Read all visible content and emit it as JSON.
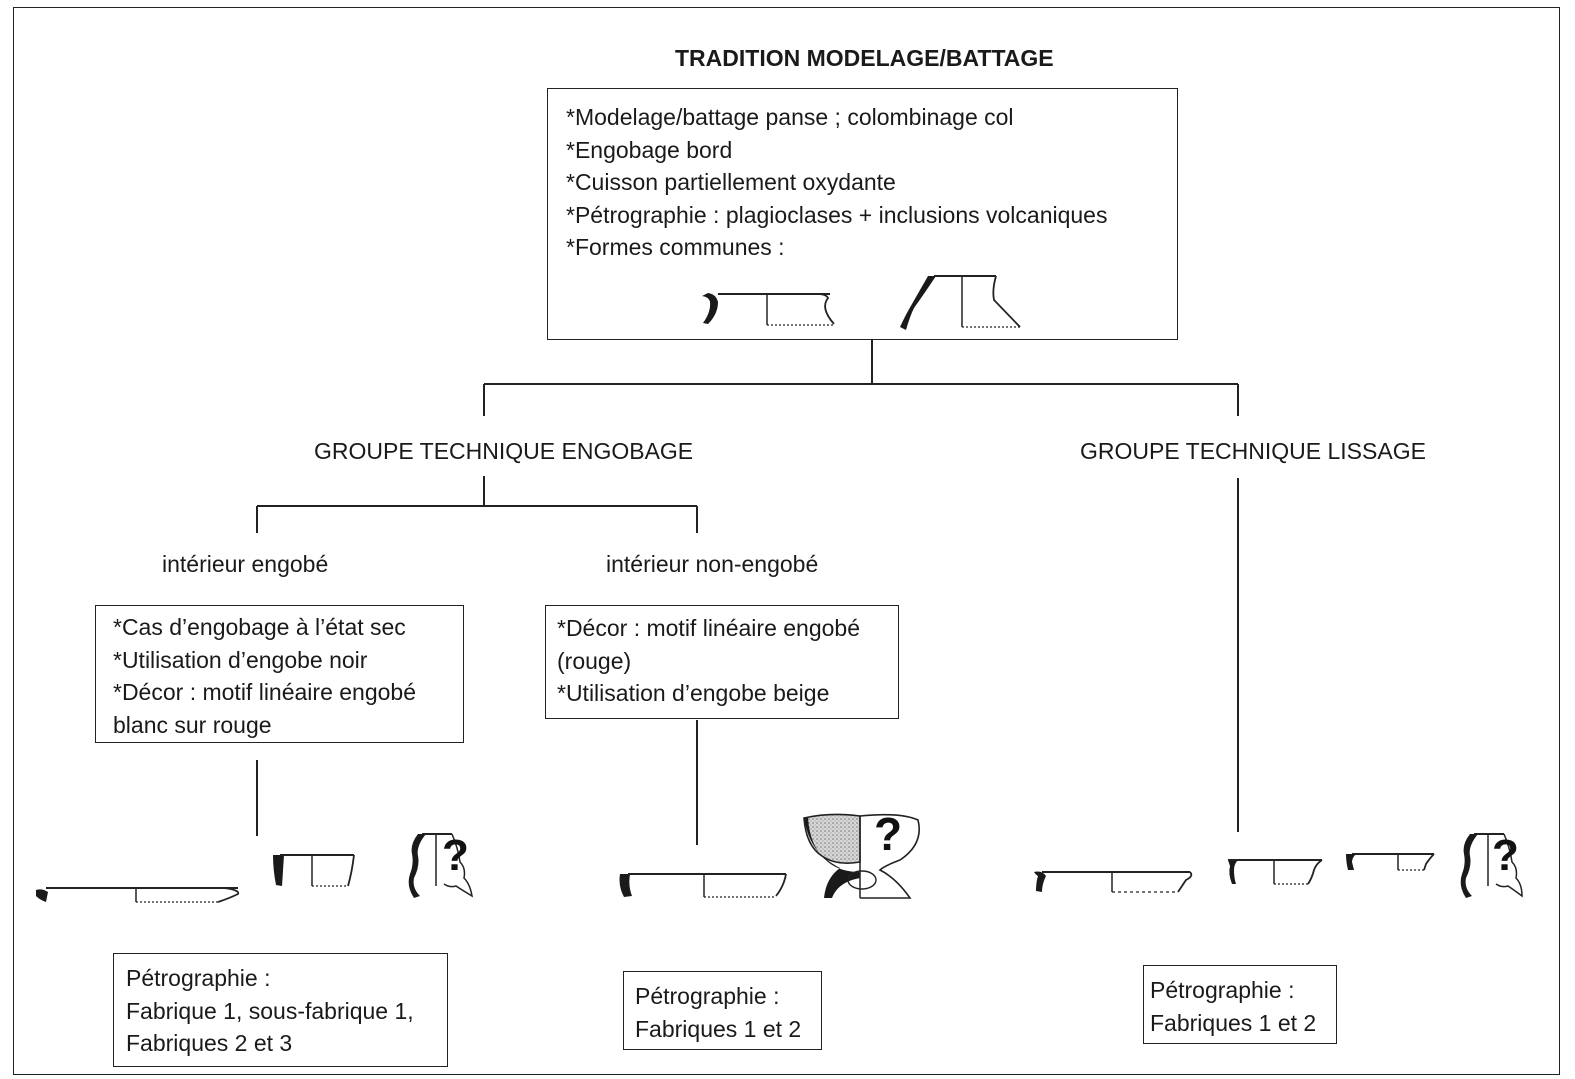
{
  "title": "TRADITION MODELAGE/BATTAGE",
  "root_box": {
    "lines": [
      "*Modelage/battage panse ; colombinage col",
      "*Engobage bord",
      "*Cuisson partiellement oxydante",
      "*Pétrographie : plagioclases + inclusions volcaniques",
      "*Formes communes :"
    ]
  },
  "groups": {
    "engobage": "GROUPE TECHNIQUE ENGOBAGE",
    "lissage": "GROUPE TECHNIQUE LISSAGE"
  },
  "subgroups": {
    "interieur_engobe": "intérieur engobé",
    "interieur_non_engobe": "intérieur non-engobé"
  },
  "engobe_box": {
    "lines": [
      "*Cas d’engobage à l’état sec",
      "*Utilisation d’engobe noir",
      "*Décor : motif linéaire engobé",
      "blanc sur rouge"
    ]
  },
  "non_engobe_box": {
    "lines": [
      "*Décor : motif linéaire engobé",
      "(rouge)",
      "*Utilisation d’engobe beige"
    ]
  },
  "petro_boxes": {
    "engobe": [
      "Pétrographie :",
      "Fabrique 1, sous-fabrique 1,",
      "Fabriques 2 et 3"
    ],
    "non_engobe": [
      "Pétrographie :",
      "Fabriques 1 et 2"
    ],
    "lissage": [
      "Pétrographie :",
      "Fabriques 1 et 2"
    ]
  },
  "question_mark": "?",
  "colors": {
    "line": "#222222",
    "shade": "#b5b5b5"
  }
}
